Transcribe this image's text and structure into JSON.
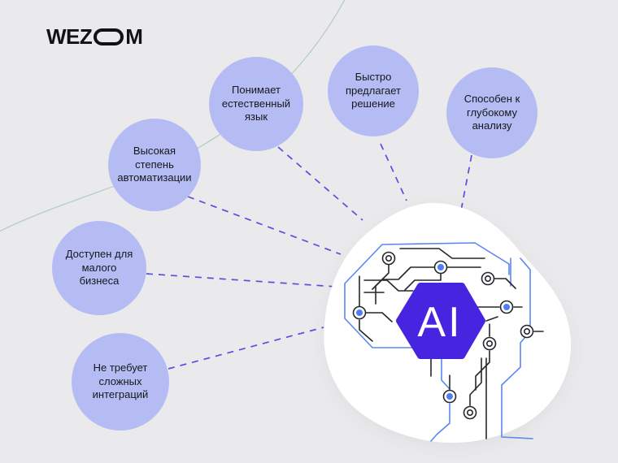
{
  "logo": {
    "text": "WEZOM",
    "prefix": "WEZ",
    "suffix": "M"
  },
  "center": {
    "label": "AI"
  },
  "features": [
    {
      "label": "Понимает естественный язык"
    },
    {
      "label": "Быстро предлагает решение"
    },
    {
      "label": "Способен к глубокому анализу"
    },
    {
      "label": "Высокая степень автоматизации"
    },
    {
      "label": "Доступен для малого бизнеса"
    },
    {
      "label": "Не требует сложных интеграций"
    }
  ],
  "colors": {
    "background": "#eaeaec",
    "bubble": "#b4bcf3",
    "connector": "#584ee0",
    "hexagon": "#4724e0",
    "circuit_blue": "#5a87f0",
    "circuit_dark": "#26262c",
    "node_dot_blue": "#4d7ef5",
    "accent_teal": "#a6c6bf",
    "blob": "#ffffff",
    "text": "#17171d"
  }
}
